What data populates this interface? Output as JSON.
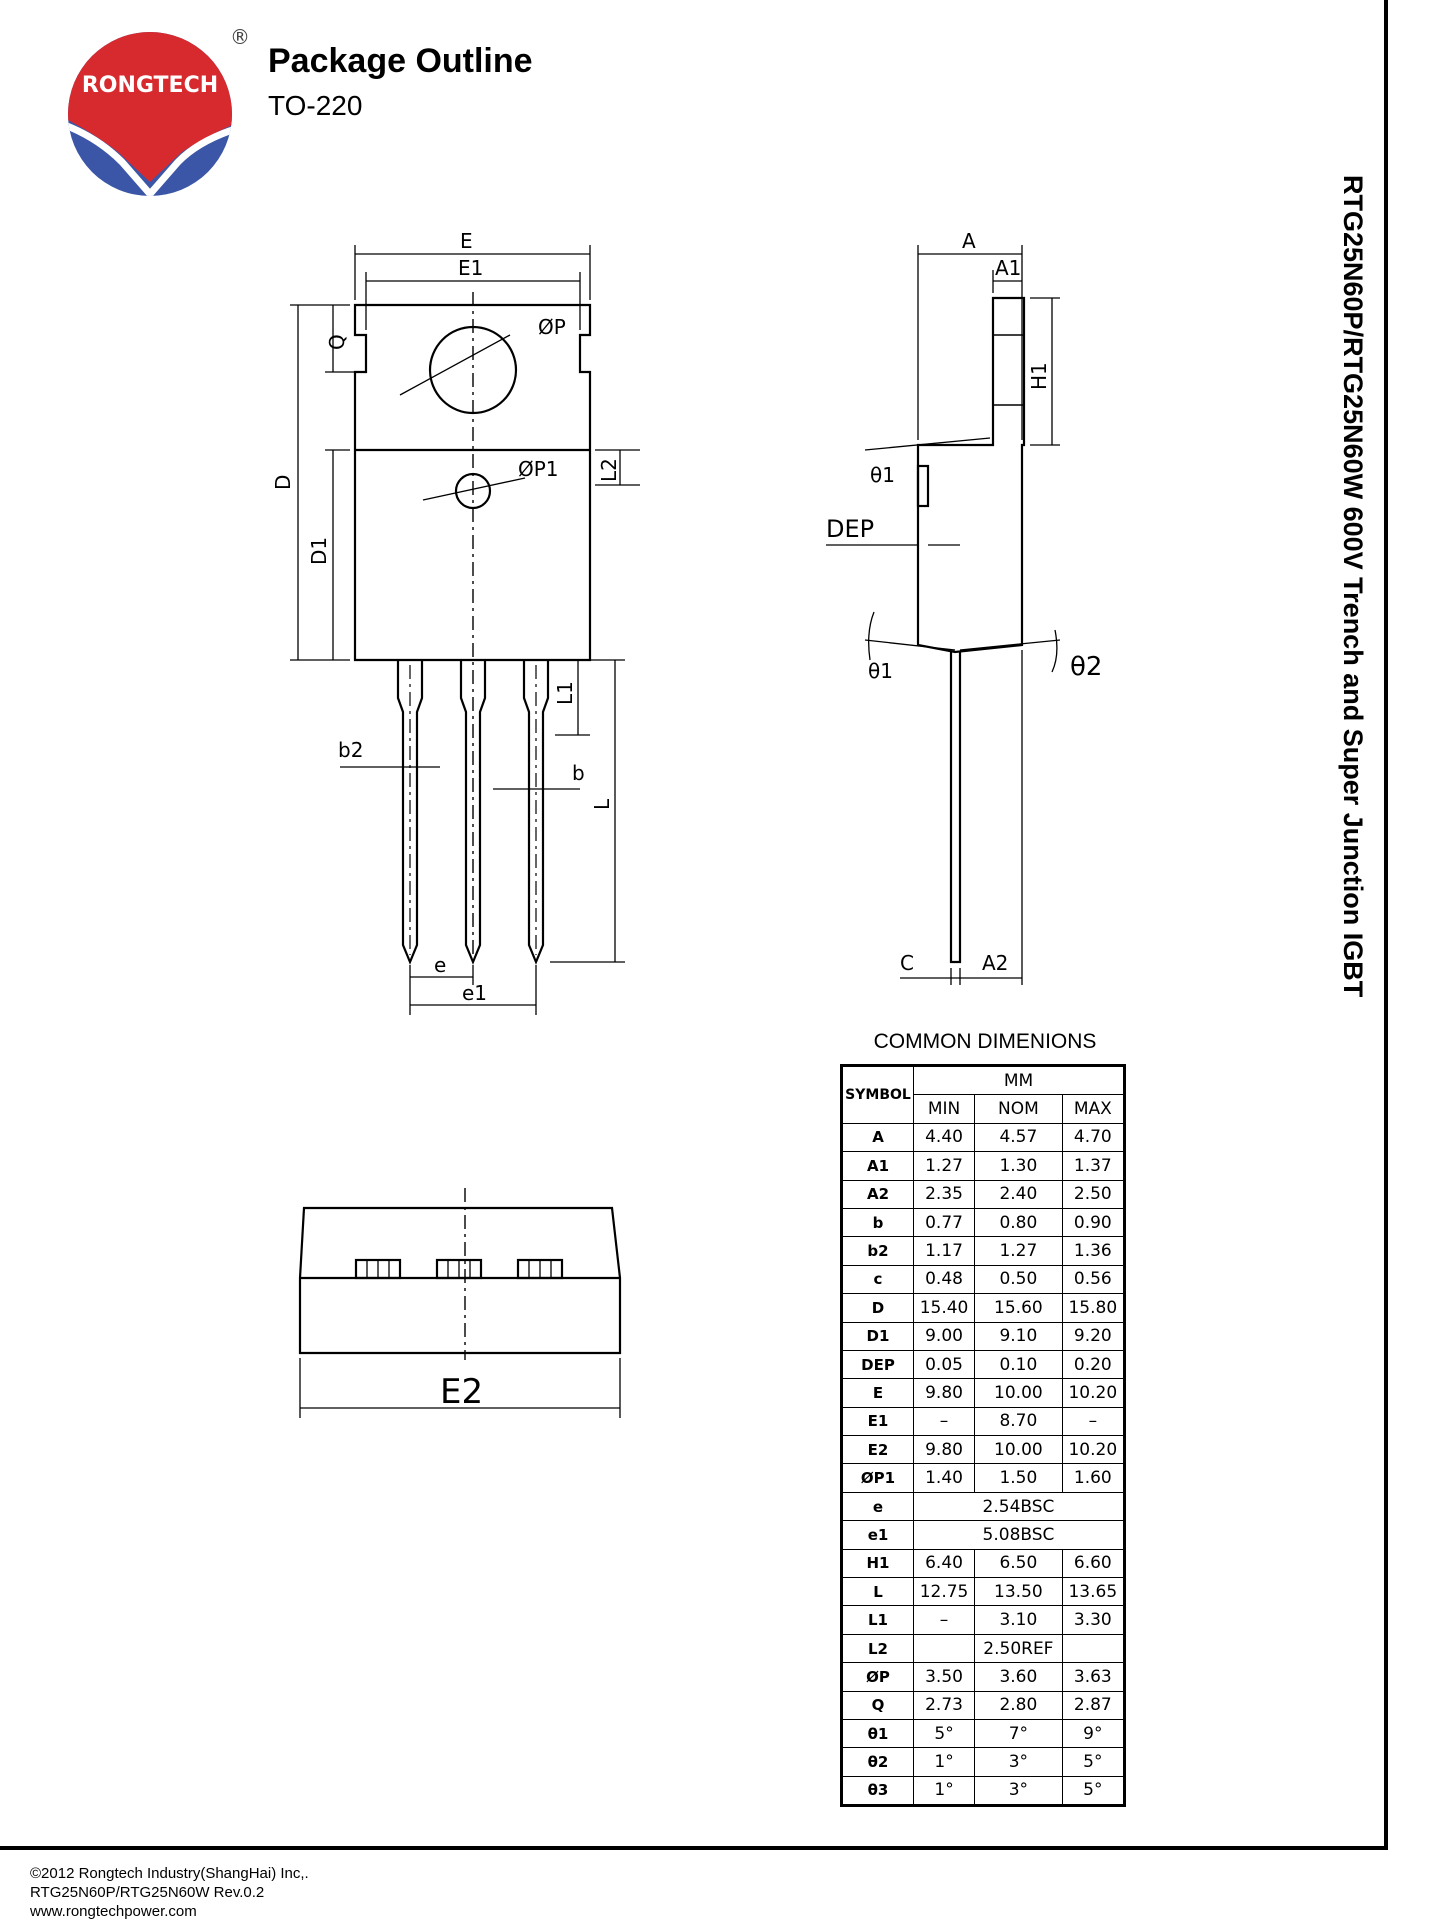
{
  "header": {
    "logo_text": "RONGTECH",
    "registered_mark": "®",
    "title": "Package Outline",
    "subtitle": "TO-220"
  },
  "side_title": "RTG25N60P/RTG25N60W 600V Trench and Super Junction IGBT",
  "drawing_labels": {
    "front": {
      "E": "E",
      "E1": "E1",
      "phiP": "ØP",
      "phiP1": "ØP1",
      "Q": "Q",
      "D": "D",
      "D1": "D1",
      "L2": "L2",
      "L1": "L1",
      "L": "L",
      "b2": "b2",
      "b": "b",
      "e": "e",
      "e1": "e1"
    },
    "side": {
      "A": "A",
      "A1": "A1",
      "H1": "H1",
      "theta1_top": "θ1",
      "DEP": "DEP",
      "theta1_bottom": "θ1",
      "theta2": "θ2",
      "C": "C",
      "A2": "A2"
    },
    "bottom": {
      "E2": "E2"
    }
  },
  "dimension_table": {
    "caption": "COMMON DIMENIONS",
    "unit_header": "MM",
    "symbol_header": "SYMBOL",
    "columns": [
      "MIN",
      "NOM",
      "MAX"
    ],
    "rows": [
      {
        "symbol": "A",
        "min": "4.40",
        "nom": "4.57",
        "max": "4.70"
      },
      {
        "symbol": "A1",
        "min": "1.27",
        "nom": "1.30",
        "max": "1.37"
      },
      {
        "symbol": "A2",
        "min": "2.35",
        "nom": "2.40",
        "max": "2.50"
      },
      {
        "symbol": "b",
        "min": "0.77",
        "nom": "0.80",
        "max": "0.90"
      },
      {
        "symbol": "b2",
        "min": "1.17",
        "nom": "1.27",
        "max": "1.36"
      },
      {
        "symbol": "c",
        "min": "0.48",
        "nom": "0.50",
        "max": "0.56"
      },
      {
        "symbol": "D",
        "min": "15.40",
        "nom": "15.60",
        "max": "15.80"
      },
      {
        "symbol": "D1",
        "min": "9.00",
        "nom": "9.10",
        "max": "9.20"
      },
      {
        "symbol": "DEP",
        "min": "0.05",
        "nom": "0.10",
        "max": "0.20"
      },
      {
        "symbol": "E",
        "min": "9.80",
        "nom": "10.00",
        "max": "10.20"
      },
      {
        "symbol": "E1",
        "min": "–",
        "nom": "8.70",
        "max": "–"
      },
      {
        "symbol": "E2",
        "min": "9.80",
        "nom": "10.00",
        "max": "10.20"
      },
      {
        "symbol": "ØP1",
        "min": "1.40",
        "nom": "1.50",
        "max": "1.60"
      },
      {
        "symbol": "e",
        "span": "2.54BSC"
      },
      {
        "symbol": "e1",
        "span": "5.08BSC"
      },
      {
        "symbol": "H1",
        "min": "6.40",
        "nom": "6.50",
        "max": "6.60"
      },
      {
        "symbol": "L",
        "min": "12.75",
        "nom": "13.50",
        "max": "13.65"
      },
      {
        "symbol": "L1",
        "min": "–",
        "nom": "3.10",
        "max": "3.30"
      },
      {
        "symbol": "L2",
        "min": "",
        "nom": "2.50REF",
        "max": ""
      },
      {
        "symbol": "ØP",
        "min": "3.50",
        "nom": "3.60",
        "max": "3.63"
      },
      {
        "symbol": "Q",
        "min": "2.73",
        "nom": "2.80",
        "max": "2.87"
      },
      {
        "symbol": "θ1",
        "min": "5°",
        "nom": "7°",
        "max": "9°"
      },
      {
        "symbol": "θ2",
        "min": "1°",
        "nom": "3°",
        "max": "5°"
      },
      {
        "symbol": "θ3",
        "min": "1°",
        "nom": "3°",
        "max": "5°"
      }
    ]
  },
  "footer": {
    "copyright": "©2012 Rongtech Industry(ShangHai) Inc,.",
    "part_rev": "RTG25N60P/RTG25N60W Rev.0.2",
    "website": "www.rongtechpower.com"
  },
  "colors": {
    "logo_red": "#d62a2f",
    "logo_blue": "#3b56a6"
  }
}
